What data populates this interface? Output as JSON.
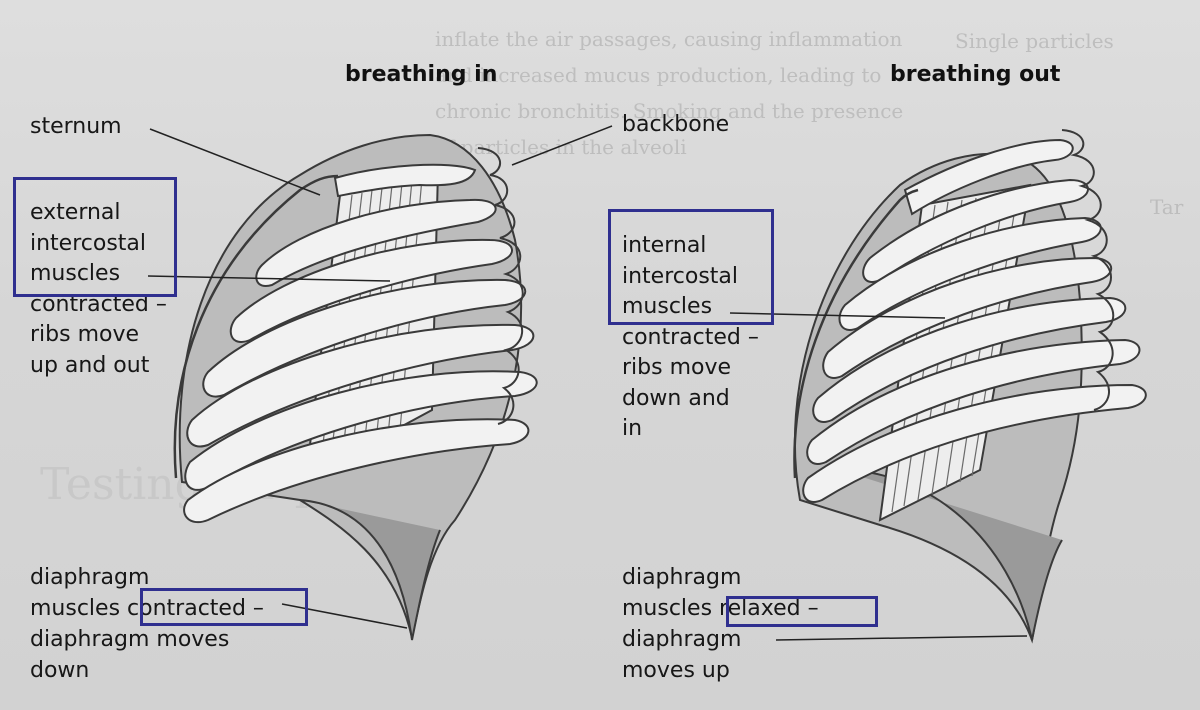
{
  "headings": {
    "in": "breathing in",
    "out": "breathing out"
  },
  "left": {
    "sternum": "sternum",
    "external": "external\nintercostal\nmuscles\ncontracted –\nribs move\nup and out",
    "diaphragm_line1": "diaphragm",
    "diaphragm_line2_a": "muscles ",
    "diaphragm_line2_b": "contracted –",
    "diaphragm_line3": "diaphragm moves\ndown"
  },
  "right": {
    "backbone": "backbone",
    "internal": "internal\nintercostal\nmuscles\ncontracted –\nribs move\ndown and\nin",
    "diaphragm_line1": "diaphragm",
    "diaphragm_line2_a": "muscles ",
    "diaphragm_line2_b": "relaxed –",
    "diaphragm_line3": "diaphragm\nmoves up"
  },
  "background_text": [
    "inflate the air passages, causing inflammation",
    "and increased mucus production, leading to",
    "chronic bronchitis. Smoking and the presence",
    "of particles in the alveoli",
    "Single particles",
    "Tar",
    "Testing for protein"
  ],
  "colors": {
    "highlight_box": "#2f2f8f",
    "rib_fill": "#f2f2f2",
    "rib_stroke": "#3a3a3a",
    "cavity_fill": "#bdbdbd",
    "sternum_fill": "#ededed"
  }
}
